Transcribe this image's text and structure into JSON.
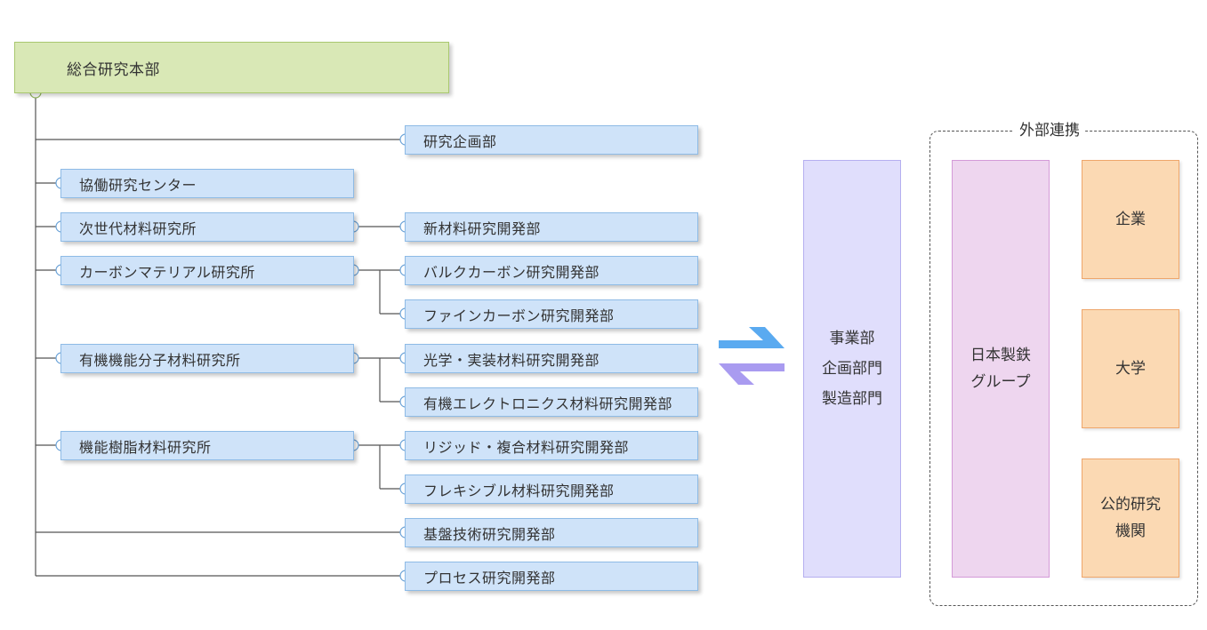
{
  "org": {
    "headquarters": "総合研究本部",
    "units": [
      "研究企画部",
      "協働研究センター",
      "次世代材料研究所",
      "新材料研究開発部",
      "カーボンマテリアル研究所",
      "バルクカーボン研究開発部",
      "ファインカーボン研究開発部",
      "有機機能分子材料研究所",
      "光学・実装材料研究開発部",
      "有機エレクトロニクス材料研究開発部",
      "機能樹脂材料研究所",
      "リジッド・複合材料研究開発部",
      "フレキシブル材料研究開発部",
      "基盤技術研究開発部",
      "プロセス研究開発部"
    ]
  },
  "business": {
    "lines": [
      "事業部",
      "企画部門",
      "製造部門"
    ]
  },
  "external": {
    "title": "外部連携",
    "group": [
      "日本製鉄",
      "グループ"
    ],
    "partners": [
      [
        "企業"
      ],
      [
        "大学"
      ],
      [
        "公的研究",
        "機関"
      ]
    ]
  },
  "colors": {
    "unit_fill": "#cfe3f9",
    "headquarters_fill": "#d9e8b6",
    "business_fill": "#e0defc",
    "group_fill": "#eed6ef",
    "partner_fill": "#fbd9b3",
    "arrow_right": "#5aaaf0",
    "arrow_left": "#a99bf0"
  }
}
